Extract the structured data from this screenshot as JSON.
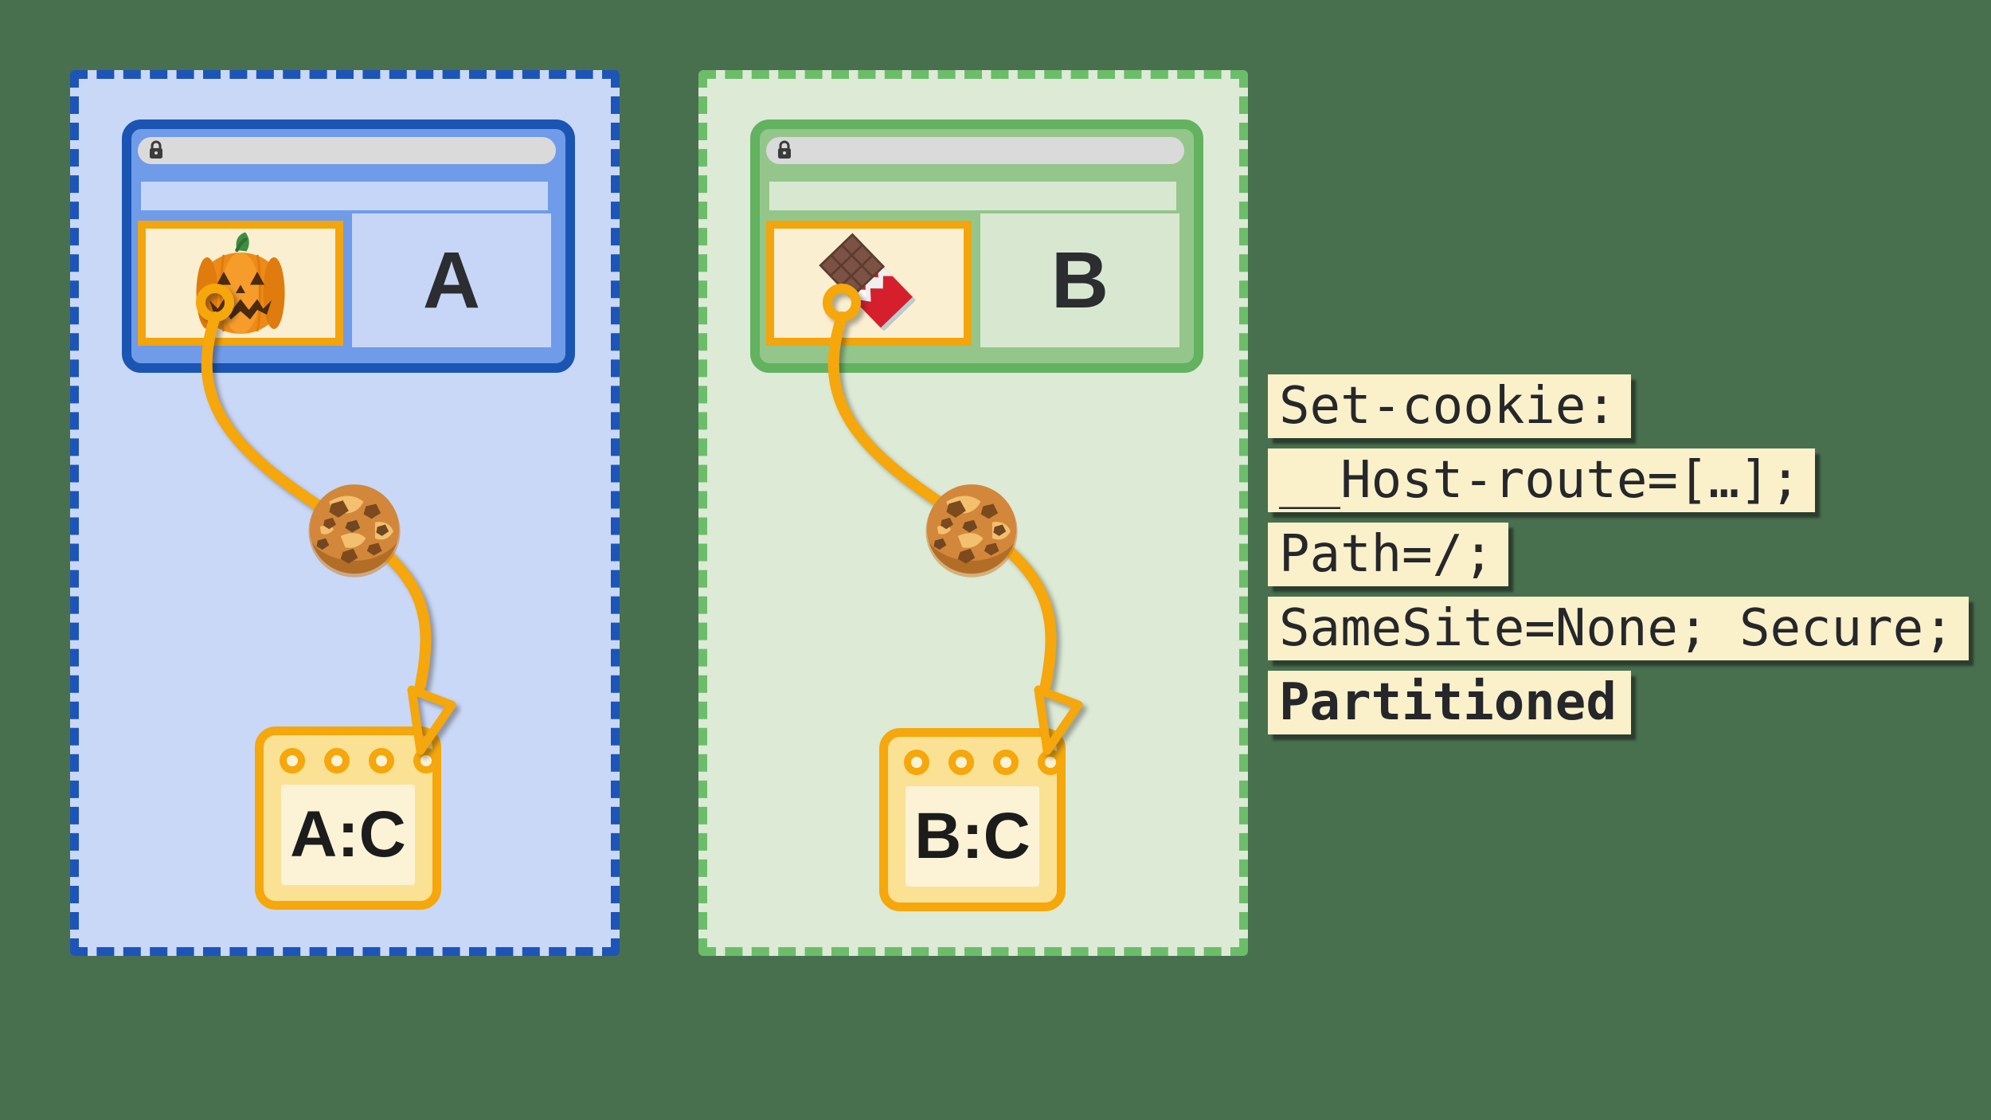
{
  "diagram": {
    "description": "Partitioned third-party cookies (CHIPS): embedded site C sets a partitioned cookie under top-level site A and top-level site B",
    "background_color": "#48704F",
    "accent_orange": "#F5A70B"
  },
  "partitions": [
    {
      "id": "partition-a",
      "border_color": "#1D54B8",
      "fill_color": "#CAD8F7",
      "window": {
        "border_color": "#1B55B4",
        "bg_color": "#6F9BE9",
        "urlbar_color": "#DADADA",
        "lock_icon": "lock-icon",
        "site_label": "A",
        "iframe_icon": "jack-o-lantern-emoji",
        "iframe_border": "#F2A50C",
        "iframe_bg": "#FAF0D1"
      },
      "cookie_icon": "chocolate-chip-cookie-emoji",
      "jar": {
        "label": "A:C",
        "fill": "#FBE193",
        "inner_fill": "#FCF3D6"
      }
    },
    {
      "id": "partition-b",
      "border_color": "#6CBD69",
      "fill_color": "#DCEAD6",
      "window": {
        "border_color": "#62B260",
        "bg_color": "#94C68B",
        "urlbar_color": "#DADADA",
        "lock_icon": "lock-icon",
        "site_label": "B",
        "iframe_icon": "chocolate-bar-emoji",
        "iframe_border": "#F2A50C",
        "iframe_bg": "#FAF0D1"
      },
      "cookie_icon": "chocolate-chip-cookie-emoji",
      "jar": {
        "label": "B:C",
        "fill": "#FBE193",
        "inner_fill": "#FCF3D6"
      }
    }
  ],
  "code_block": {
    "bg_color": "#FAF0CA",
    "text_color": "#25272A",
    "lines": [
      {
        "text": "Set-cookie:",
        "bold": false
      },
      {
        "text": "__Host-route=[…];",
        "bold": false
      },
      {
        "text": "Path=/;",
        "bold": false
      },
      {
        "text": "SameSite=None; Secure;",
        "bold": false
      },
      {
        "text": "Partitioned",
        "bold": true
      }
    ]
  }
}
